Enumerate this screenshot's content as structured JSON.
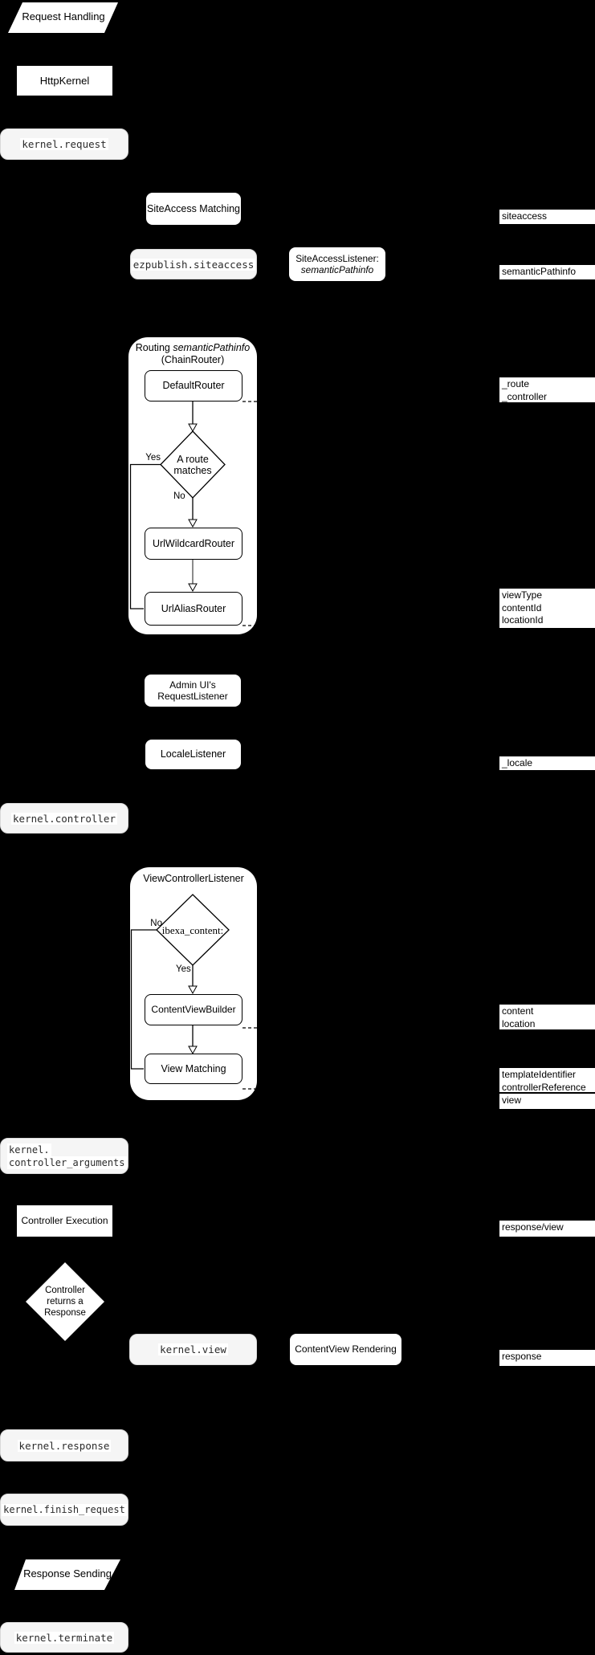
{
  "diagram": {
    "background": "#000000",
    "shape_fill": "#ffffff",
    "event_fill": "#f5f5f5",
    "line_color": "#000000"
  },
  "nodes": {
    "request_handling": "Request Handling",
    "http_kernel": "HttpKernel",
    "kernel_request": "kernel.request",
    "siteaccess_matching": "SiteAccess Matching",
    "ezpublish_siteaccess": "ezpublish.siteaccess",
    "siteaccess_listener": {
      "line1": "SiteAccessListener:",
      "line2": "semanticPathinfo"
    },
    "routing": {
      "title_prefix": "Routing ",
      "title_italic": "semanticPathinfo",
      "subtitle": "(ChainRouter)",
      "default_router": "DefaultRouter",
      "decision_line1": "A route",
      "decision_line2": "matches",
      "yes": "Yes",
      "no": "No",
      "url_wildcard_router": "UrlWildcardRouter",
      "url_alias_router": "UrlAliasRouter"
    },
    "admin_ui_listener": {
      "line1": "Admin UI's",
      "line2": "RequestListener"
    },
    "locale_listener": "LocaleListener",
    "kernel_controller": "kernel.controller",
    "view_controller_listener": {
      "title": "ViewControllerListener",
      "decision": "ibexa_content:",
      "no": "No",
      "yes": "Yes",
      "content_view_builder": "ContentViewBuilder",
      "view_matching": "View Matching"
    },
    "kernel_controller_arguments": {
      "line1": "kernel.",
      "line2": "controller_arguments"
    },
    "controller_execution": "Controller Execution",
    "controller_returns": {
      "line1": "Controller",
      "line2": "returns a",
      "line3": "Response"
    },
    "kernel_view": "kernel.view",
    "contentview_rendering": "ContentView Rendering",
    "kernel_response": "kernel.response",
    "kernel_finish_request": "kernel.finish_request",
    "response_sending": "Response Sending",
    "kernel_terminate": "kernel.terminate"
  },
  "side_labels": {
    "siteaccess": [
      "siteaccess"
    ],
    "semantic_pathinfo": [
      "semanticPathinfo"
    ],
    "route_controller": [
      "_route",
      "_controller"
    ],
    "view_params": [
      "viewType",
      "contentId",
      "locationId"
    ],
    "locale": [
      "_locale"
    ],
    "content_location": [
      "content",
      "location"
    ],
    "template_controller": [
      "templateIdentifier",
      "controllerReference"
    ],
    "view": [
      "view"
    ],
    "response_view": [
      "response/view"
    ],
    "response": [
      "response"
    ]
  }
}
